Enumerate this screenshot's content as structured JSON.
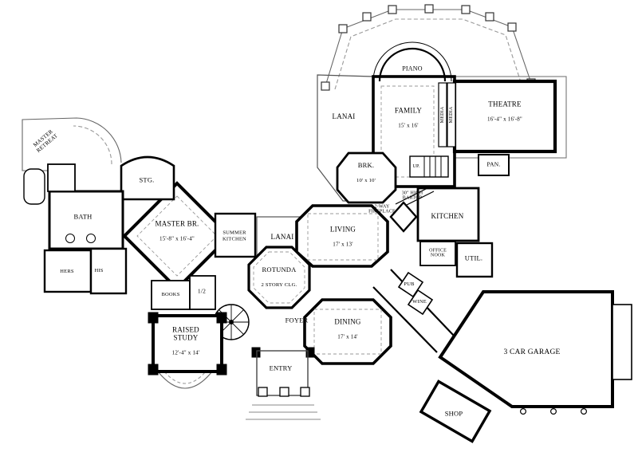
{
  "rooms": {
    "master_retreat": {
      "name": "MASTER\nRETREAT"
    },
    "stg": {
      "name": "STG."
    },
    "bath": {
      "name": "BATH"
    },
    "master_br": {
      "name": "MASTER BR.",
      "dims": "15'-8\" x 16'-4\""
    },
    "hers": {
      "name": "HERS"
    },
    "his": {
      "name": "HIS"
    },
    "summer_kitchen": {
      "name": "SUMMER\nKITCHEN"
    },
    "lanai_west": {
      "name": "LANAI"
    },
    "lanai_north": {
      "name": "LANAI"
    },
    "piano": {
      "name": "PIANO"
    },
    "family": {
      "name": "FAMILY",
      "dims": "15' x 16'"
    },
    "media_a": {
      "name": "MEDIA"
    },
    "media_b": {
      "name": "MEDIA"
    },
    "theatre": {
      "name": "THEATRE",
      "dims": "16'-4\" x 16'-8\""
    },
    "brk": {
      "name": "BRK.",
      "dims": "10' x 10'"
    },
    "up": {
      "name": "UP."
    },
    "pan": {
      "name": "PAN."
    },
    "bartop": {
      "name": "30\" HIGH\nBARTOP"
    },
    "kitchen": {
      "name": "KITCHEN"
    },
    "fireplace": {
      "name": "2-WAY\nFIREPLACE"
    },
    "living": {
      "name": "LIVING",
      "dims": "17' x 13'"
    },
    "office_nook": {
      "name": "OFFICE\nNOOK"
    },
    "util": {
      "name": "UTIL."
    },
    "rotunda": {
      "name": "ROTUNDA",
      "dims": "2 STORY CLG."
    },
    "pub": {
      "name": "PUB"
    },
    "wine": {
      "name": "WINE"
    },
    "books": {
      "name": "BOOKS"
    },
    "half_bath": {
      "name": "1/2"
    },
    "foyer": {
      "name": "FOYER"
    },
    "dining": {
      "name": "DINING",
      "dims": "17' x 14'"
    },
    "raised_study": {
      "name": "RAISED\nSTUDY",
      "dims": "12'-4\" x 14'"
    },
    "entry": {
      "name": "ENTRY"
    },
    "garage": {
      "name": "3 CAR GARAGE"
    },
    "shop": {
      "name": "SHOP"
    }
  }
}
